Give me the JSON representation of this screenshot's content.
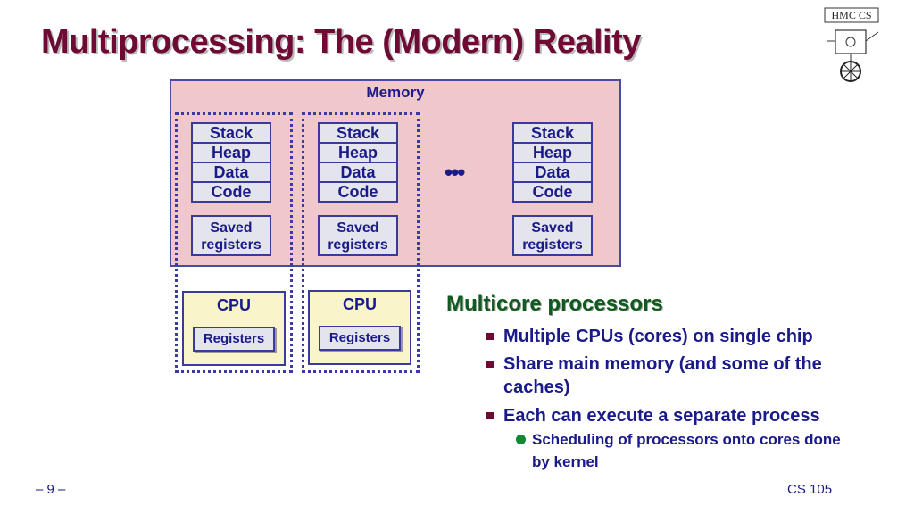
{
  "slide": {
    "title": "Multiprocessing: The (Modern) Reality",
    "page_number": "– 9 –",
    "course": "CS 105"
  },
  "logo": {
    "text": "HMC CS"
  },
  "diagram": {
    "memory_label": "Memory",
    "ellipsis": "•••",
    "processes": [
      {
        "segments": [
          "Stack",
          "Heap",
          "Data",
          "Code"
        ],
        "saved_registers": "Saved registers"
      },
      {
        "segments": [
          "Stack",
          "Heap",
          "Data",
          "Code"
        ],
        "saved_registers": "Saved registers"
      },
      {
        "segments": [
          "Stack",
          "Heap",
          "Data",
          "Code"
        ],
        "saved_registers": "Saved registers"
      }
    ],
    "cpus": [
      {
        "label": "CPU",
        "registers": "Registers"
      },
      {
        "label": "CPU",
        "registers": "Registers"
      }
    ]
  },
  "text": {
    "heading": "Multicore processors",
    "bullets": [
      "Multiple CPUs (cores) on single chip",
      "Share main memory (and some of the caches)",
      "Each can execute a separate process"
    ],
    "sub_bullets": [
      "Scheduling of processors onto cores done by kernel"
    ]
  },
  "colors": {
    "title": "#6e0a33",
    "memory_fill": "#f0c8cc",
    "cpu_fill": "#faf5c8",
    "heading": "#0f5a1e",
    "text": "#1a1a8a"
  }
}
